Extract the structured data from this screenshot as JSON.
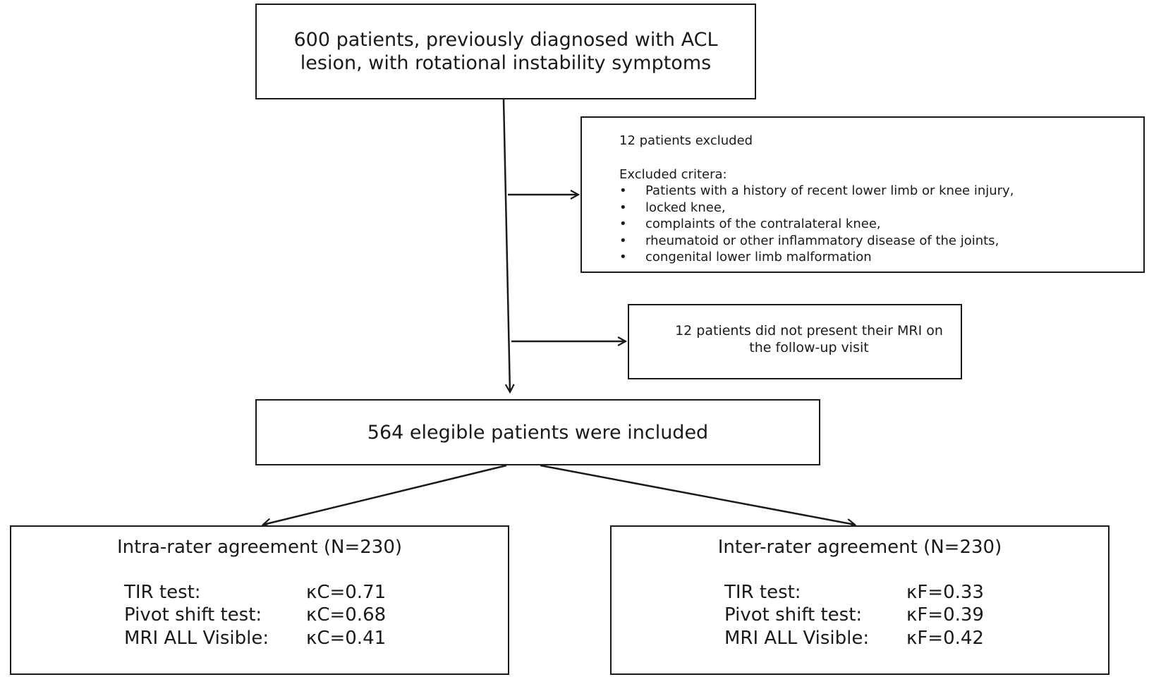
{
  "top_box": {
    "text": "600 patients, previously diagnosed with ACL lesion, with rotational instability symptoms"
  },
  "exclusion_box": {
    "heading": "12 patients excluded",
    "criteria_label": "Excluded critera:",
    "bullet": "•",
    "items": [
      "Patients with a history of recent lower limb or knee injury,",
      "locked knee,",
      "complaints of the contralateral knee,",
      "rheumatoid or other inflammatory disease of the joints,",
      "congenital lower limb malformation"
    ]
  },
  "mri_box": {
    "text": "12 patients did not present their MRI on the follow-up visit"
  },
  "included_box": {
    "text": "564 elegible patients were included"
  },
  "intra_box": {
    "title": "Intra-rater agreement (N=230)",
    "rows": [
      {
        "label": "TIR test:",
        "value": "κC=0.71"
      },
      {
        "label": "Pivot shift test:",
        "value": "κC=0.68"
      },
      {
        "label": "MRI ALL Visible:",
        "value": "κC=0.41"
      }
    ]
  },
  "inter_box": {
    "title": "Inter-rater agreement (N=230)",
    "rows": [
      {
        "label": "TIR test:",
        "value": "κF=0.33"
      },
      {
        "label": "Pivot shift test:",
        "value": "κF=0.39"
      },
      {
        "label": "MRI ALL Visible:",
        "value": "κF=0.42"
      }
    ]
  },
  "colors": {
    "line": "#1a1a1a",
    "background": "#ffffff"
  }
}
